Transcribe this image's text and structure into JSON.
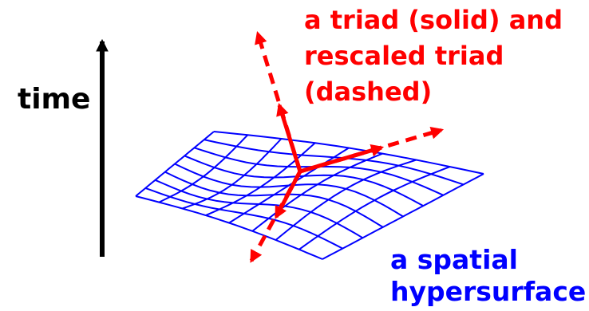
{
  "labels": {
    "time": "time",
    "triad_line1": "a triad (solid) and",
    "triad_line2": "rescaled triad",
    "triad_line3": "(dashed)",
    "surface_line1": "a spatial",
    "surface_line2": "hypersurface"
  },
  "colors": {
    "time_arrow": "#000000",
    "triad": "#ff0000",
    "grid": "#0000ff",
    "time_label": "#000000",
    "triad_label": "#ff0000",
    "surface_label": "#0000ff"
  },
  "icons": {
    "time_arrow": "up-arrow-icon"
  }
}
